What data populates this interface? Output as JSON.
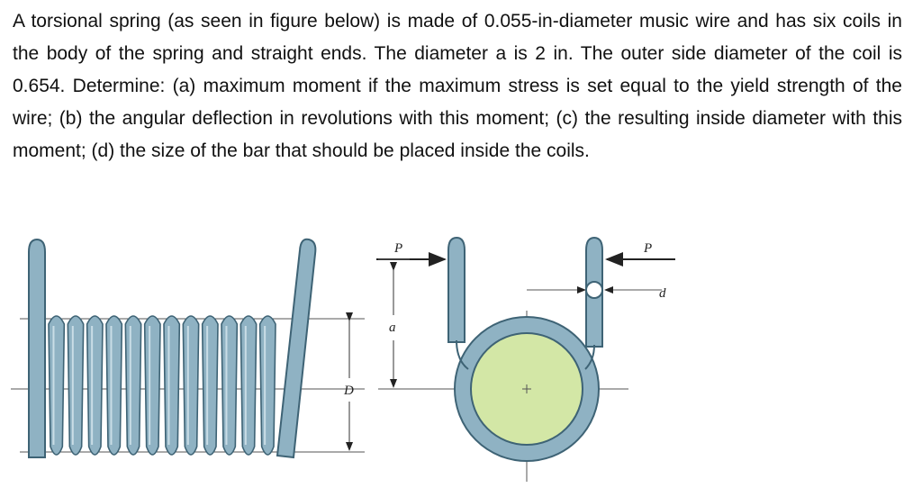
{
  "problem": {
    "text": "A torsional spring (as seen in figure below) is made of 0.055-in-diameter music wire and has six coils in the body of the spring and straight ends. The diameter a is 2 in. The outer side diameter of the coil is 0.654. Determine: (a) maximum moment if the maximum stress is set equal to the yield strength of the wire; (b) the angular deflection in revolutions with this moment; (c) the resulting inside diameter with this moment; (d) the size of the bar that should be placed inside the coils."
  },
  "figure": {
    "labels": {
      "force_left": "P",
      "force_right": "P",
      "arm_length": "a",
      "coil_diameter": "D",
      "wire_diameter": "d"
    },
    "colors": {
      "wire": "#8fb2c3",
      "wire_edge": "#3e6375",
      "bar": "#d3e7a6",
      "lines": "#555555"
    }
  }
}
